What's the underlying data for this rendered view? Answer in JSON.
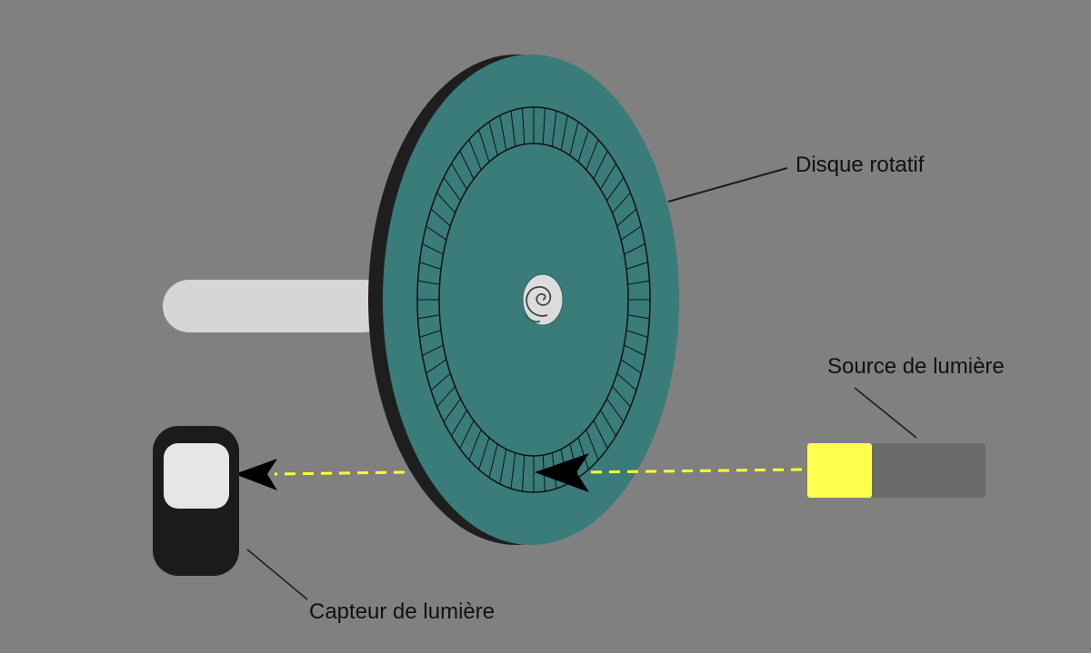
{
  "labels": {
    "disk": "Disque rotatif",
    "source": "Source de lumière",
    "sensor": "Capteur de lumière"
  },
  "components": {
    "disk": {
      "name": "rotating-disk",
      "slot_count": 64
    },
    "shaft": {
      "name": "axle"
    },
    "light_source": {
      "name": "light-source"
    },
    "light_sensor": {
      "name": "light-sensor"
    },
    "beam": {
      "name": "light-beam",
      "style": "dashed"
    }
  },
  "colors": {
    "background": "#808080",
    "disk_face": "#3a7c7a",
    "disk_edge": "#1e1e1e",
    "shaft": "#d6d6d6",
    "beam": "#ffff33",
    "source_emitter": "#ffff4d",
    "source_body": "#6a6a6a",
    "sensor_body": "#1b1b1b",
    "sensor_window": "#e6e6e6",
    "leader_line": "#1a1a1a",
    "label_text": "#111111",
    "arrowhead": "#000000"
  }
}
